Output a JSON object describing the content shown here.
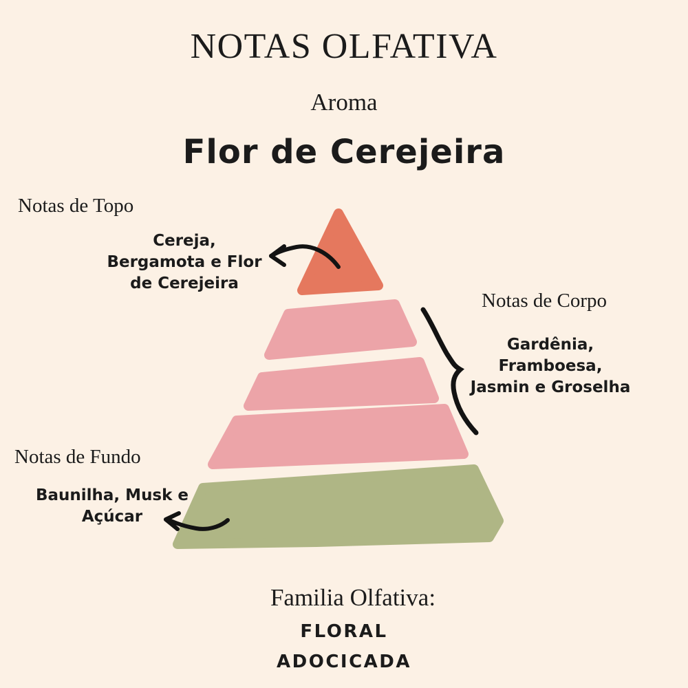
{
  "header": {
    "title": "NOTAS OLFATIVA",
    "subtitle": "Aroma",
    "aroma_name": "Flor de Cerejeira"
  },
  "pyramid": {
    "top_level": {
      "label": "Notas de Topo",
      "notes": "Cereja,\nBergamota e Flor\nde Cerejeira",
      "color": "#e5785e"
    },
    "heart_level": {
      "label": "Notas de Corpo",
      "notes": "Gardênia,\nFramboesa,\nJasmin e Groselha",
      "color": "#eca4a8"
    },
    "base_level": {
      "label": "Notas de Fundo",
      "notes": "Baunilha, Musk e\nAçúcar",
      "color": "#afb685"
    }
  },
  "footer": {
    "family_label": "Familia Olfativa:",
    "family_value": "FLORAL\nADOCICADA"
  },
  "colors": {
    "background": "#fcf1e5",
    "ink": "#131313",
    "top_segment": "#e5785e",
    "heart_segment": "#eca4a8",
    "base_segment": "#afb685"
  }
}
